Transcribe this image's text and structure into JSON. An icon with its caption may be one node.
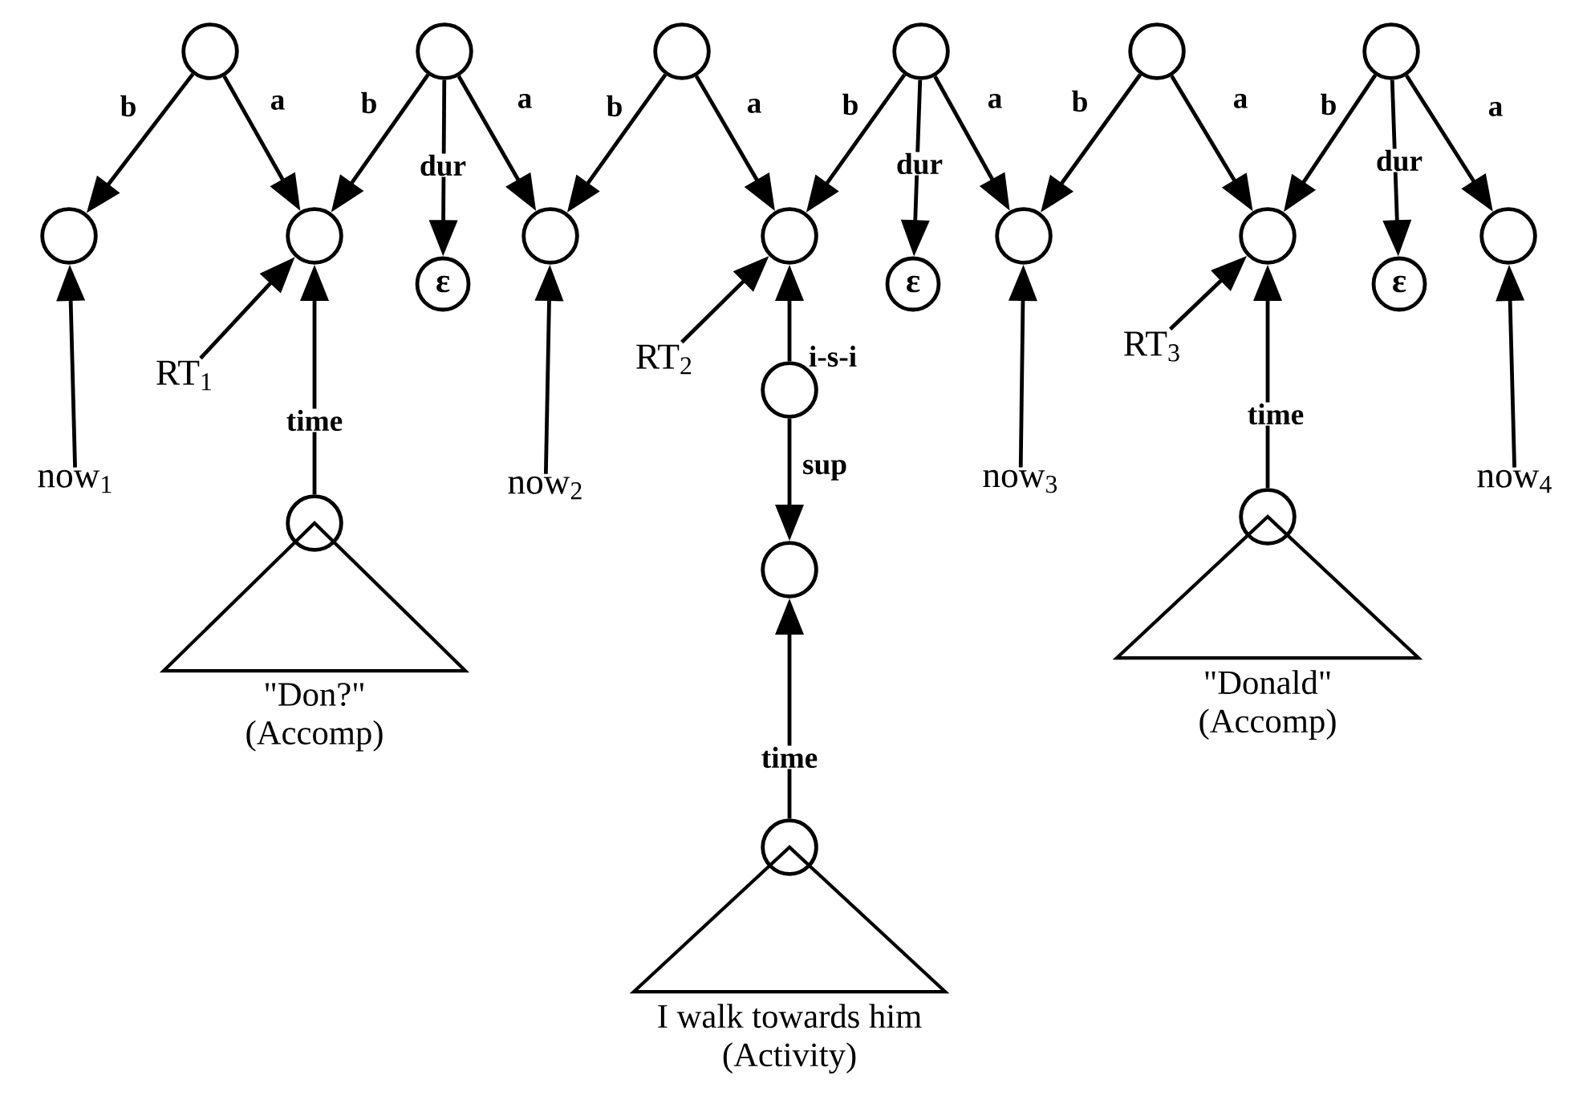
{
  "diagram": {
    "nodes": [
      {
        "text": [],
        "shape": "circle"
      },
      {
        "text": [],
        "shape": "circle"
      },
      {
        "text": [],
        "shape": "circle"
      },
      {
        "text": [],
        "shape": "circle"
      },
      {
        "text": [],
        "shape": "circle"
      },
      {
        "text": [],
        "shape": "circle"
      },
      {
        "text": [],
        "shape": "circle"
      },
      {
        "text": [],
        "shape": "circle"
      },
      {
        "text": [],
        "shape": "circle"
      },
      {
        "text": [],
        "shape": "circle"
      },
      {
        "text": [],
        "shape": "circle"
      },
      {
        "text": [],
        "shape": "circle"
      },
      {
        "text": [],
        "shape": "circle"
      },
      {
        "text": [
          "ε"
        ]
      },
      {
        "text": [
          "ε"
        ]
      },
      {
        "text": [
          "ε"
        ]
      },
      {
        "text": [
          "RT$_{1}$"
        ]
      },
      {
        "text": [
          "RT$_{2}$"
        ]
      },
      {
        "text": [
          "RT$_{3}$"
        ]
      },
      {
        "text": [
          "now$_{1}$"
        ]
      },
      {
        "text": [
          "now$_{2}$"
        ]
      },
      {
        "text": [
          "now$_{3}$"
        ]
      },
      {
        "text": [
          "now$_{4}$"
        ]
      },
      {
        "text": [],
        "shape": "circle"
      },
      {
        "text": [],
        "shape": "circle"
      },
      {
        "text": [],
        "shape": "circle"
      },
      {
        "text": [
          "\"Don?\"",
          "(Accomp)"
        ]
      },
      {
        "text": [],
        "shape": "circle"
      },
      {
        "text": [
          "\"Donald\"",
          "(Accomp)"
        ]
      },
      {
        "text": [],
        "shape": "circle"
      },
      {
        "text": [
          "I walk towards him",
          "(Activity)"
        ]
      }
    ],
    "edges": [
      {
        "from": 0,
        "to": 6,
        "arrow": "to",
        "label": "b"
      },
      {
        "from": 0,
        "to": 7,
        "arrow": "to",
        "label": "a"
      },
      {
        "from": 1,
        "to": 7,
        "arrow": "to",
        "label": "b"
      },
      {
        "from": 1,
        "to": 13,
        "arrow": "to",
        "label": "dur"
      },
      {
        "from": 1,
        "to": 8,
        "arrow": "to",
        "label": "a"
      },
      {
        "from": 2,
        "to": 8,
        "arrow": "to",
        "label": "b"
      },
      {
        "from": 2,
        "to": 9,
        "arrow": "to",
        "label": "a"
      },
      {
        "from": 3,
        "to": 9,
        "arrow": "to",
        "label": "b"
      },
      {
        "from": 3,
        "to": 14,
        "arrow": "to",
        "label": "dur"
      },
      {
        "from": 3,
        "to": 10,
        "arrow": "to",
        "label": "a"
      },
      {
        "from": 4,
        "to": 10,
        "arrow": "to",
        "label": "b"
      },
      {
        "from": 4,
        "to": 11,
        "arrow": "to",
        "label": "a"
      },
      {
        "from": 5,
        "to": 11,
        "arrow": "to",
        "label": "b"
      },
      {
        "from": 5,
        "to": 15,
        "arrow": "to",
        "label": "dur"
      },
      {
        "from": 5,
        "to": 12,
        "arrow": "to",
        "label": "a"
      },
      {
        "from": 19,
        "to": 6,
        "arrow": "to"
      },
      {
        "from": 16,
        "to": 7,
        "arrow": "to"
      },
      {
        "from": 25,
        "to": 7,
        "arrow": "to",
        "label": "time"
      },
      {
        "from": 20,
        "to": 8,
        "arrow": "to"
      },
      {
        "from": 17,
        "to": 9,
        "arrow": "to"
      },
      {
        "from": 23,
        "to": 9,
        "arrow": "to",
        "label": "i-s-i"
      },
      {
        "from": 23,
        "to": 24,
        "arrow": "to",
        "label": "sup"
      },
      {
        "from": 29,
        "to": 24,
        "arrow": "to",
        "label": "time"
      },
      {
        "from": 21,
        "to": 10,
        "arrow": "to"
      },
      {
        "from": 18,
        "to": 11,
        "arrow": "to"
      },
      {
        "from": 27,
        "to": 11,
        "arrow": "to",
        "label": "time"
      },
      {
        "from": 22,
        "to": 12,
        "arrow": "to"
      }
    ]
  }
}
